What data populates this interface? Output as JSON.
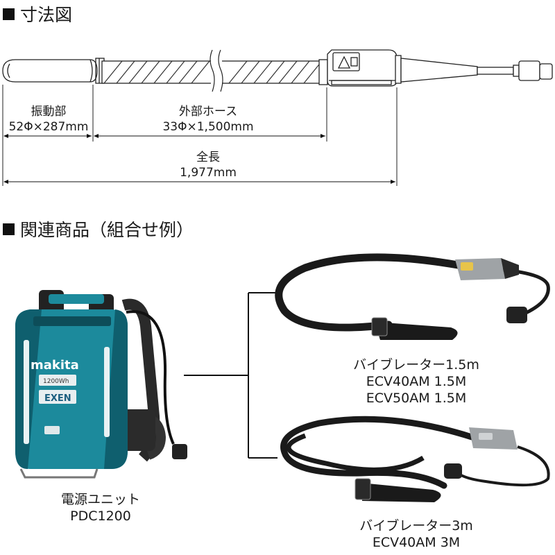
{
  "sections": {
    "dimensions_title": "寸法図",
    "related_title": "関連商品（組合せ例）"
  },
  "dimensions": {
    "vibrator": {
      "name": "振動部",
      "size": "52Φ×287mm"
    },
    "hose": {
      "name": "外部ホース",
      "size": "33Φ×1,500mm"
    },
    "total": {
      "name": "全長",
      "size": "1,977mm"
    }
  },
  "products": {
    "power_unit": {
      "name": "電源ユニット",
      "model": "PDC1200",
      "brand": "makita",
      "capacity": "1200Wh",
      "logo": "EXEN",
      "colors": {
        "body": "#1c8a9c",
        "trim": "#0f5f6e"
      }
    },
    "vibrator_15": {
      "name": "バイブレーター1.5m",
      "models": [
        "ECV40AM 1.5M",
        "ECV50AM 1.5M"
      ]
    },
    "vibrator_3": {
      "name": "バイブレーター3m",
      "models": [
        "ECV40AM 3M"
      ]
    }
  }
}
